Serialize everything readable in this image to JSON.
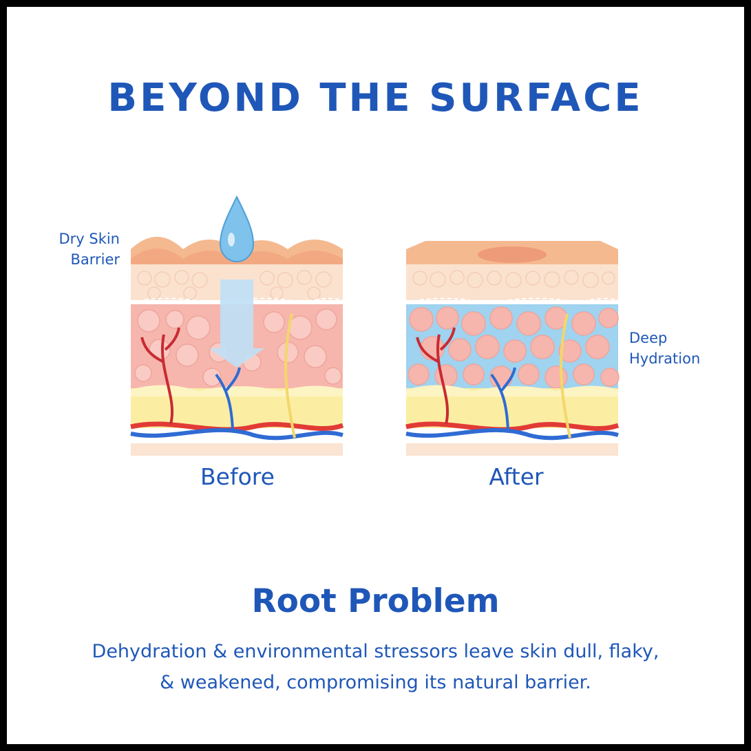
{
  "title": "BEYOND THE SURFACE",
  "labels": {
    "left_line1": "Dry Skin",
    "left_line2": "Barrier",
    "right_line1": "Deep",
    "right_line2": "Hydration"
  },
  "captions": {
    "before": "Before",
    "after": "After"
  },
  "subtitle": "Root Problem",
  "body": {
    "line1": "Dehydration & environmental stressors leave skin dull, flaky,",
    "line2": "& weakened, compromising its natural barrier."
  },
  "colors": {
    "text": "#1f57b8",
    "frame": "#000000",
    "skin_top": "#f5b98f",
    "epidermis": "#fbe2cf",
    "dermis": "#f6b6ae",
    "fat": "#fbeea2",
    "water": "#7fc2ec"
  },
  "icons": [
    "water-drop-icon",
    "down-arrow-icon"
  ]
}
